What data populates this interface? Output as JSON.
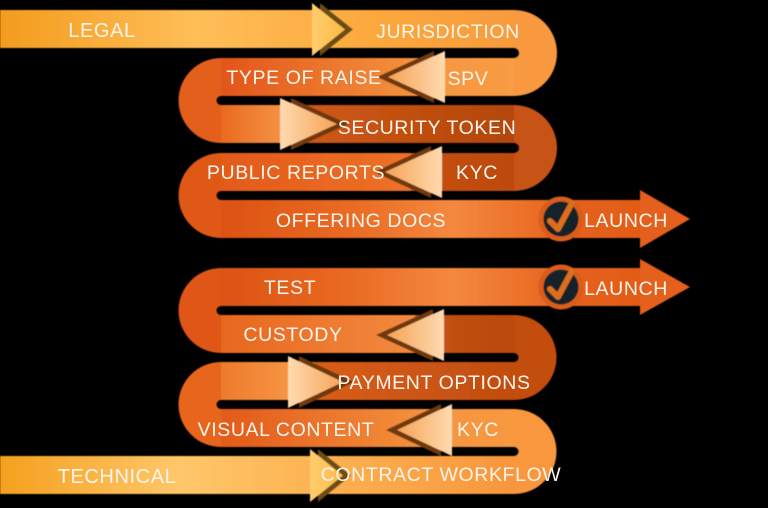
{
  "diagram": {
    "kind": "serpentine process flow",
    "background": "#000000"
  },
  "palette": {
    "background": "#000000",
    "label_text": "#FFF5EC",
    "track_band_yellow": "#F9A826",
    "flow_orange": "#E8611C",
    "flow_dark_orange": "#B6480D",
    "flow_light_orange": "#F8993F",
    "arrow_peach": "#FFD9AE",
    "arrow_shadow_brown": "#6F3810",
    "arrow_shadow_olive": "#6D4D14",
    "launch_arrow": "#E4601B",
    "check_ring": "#DA5D1A",
    "check_bg": "#17232A",
    "check_mark": "#DD6E1E"
  },
  "icons": {
    "checkmark": "✓",
    "arrow_right": "➤",
    "arrow_left": "◄"
  },
  "tracks": {
    "legal": {
      "label": "LEGAL",
      "steps": [
        "JURISDICTION",
        "SPV",
        "TYPE OF RAISE",
        "SECURITY TOKEN",
        "KYC",
        "PUBLIC REPORTS",
        "OFFERING DOCS",
        "LAUNCH"
      ]
    },
    "technical": {
      "label": "TECHNICAL",
      "steps": [
        "CONTRACT WORKFLOW",
        "KYC",
        "VISUAL CONTENT",
        "PAYMENT OPTIONS",
        "CUSTODY",
        "TEST",
        "LAUNCH"
      ]
    }
  }
}
